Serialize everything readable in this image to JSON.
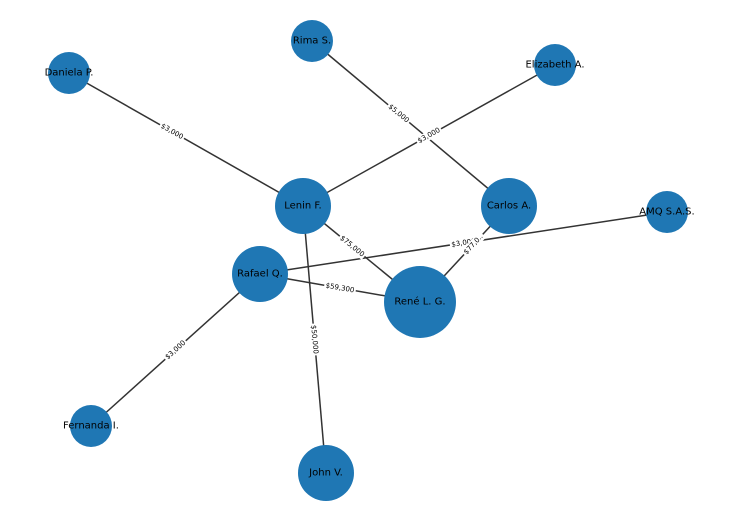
{
  "graph": {
    "node_color": "#1f77b4",
    "edge_color": "#333333",
    "nodes": [
      {
        "id": "daniela",
        "label": "Daniela P."
      },
      {
        "id": "rima",
        "label": "Rima S."
      },
      {
        "id": "elizabeth",
        "label": "Elizabeth A."
      },
      {
        "id": "lenin",
        "label": "Lenin F."
      },
      {
        "id": "carlos",
        "label": "Carlos A."
      },
      {
        "id": "amq",
        "label": "AMQ S.A.S."
      },
      {
        "id": "rafael",
        "label": "Rafael Q."
      },
      {
        "id": "rene",
        "label": "René L. G."
      },
      {
        "id": "fernanda",
        "label": "Fernanda I."
      },
      {
        "id": "john",
        "label": "John V."
      }
    ],
    "edges": [
      {
        "source": "daniela",
        "target": "lenin",
        "label": "$3,000"
      },
      {
        "source": "elizabeth",
        "target": "lenin",
        "label": "$3,000"
      },
      {
        "source": "rima",
        "target": "carlos",
        "label": "$5,000"
      },
      {
        "source": "lenin",
        "target": "rene",
        "label": "$75,000"
      },
      {
        "source": "lenin",
        "target": "john",
        "label": "$50,000"
      },
      {
        "source": "rafael",
        "target": "amq",
        "label": "$3,000"
      },
      {
        "source": "carlos",
        "target": "rene",
        "label": "$77,0.."
      },
      {
        "source": "rafael",
        "target": "rene",
        "label": "$59,300"
      },
      {
        "source": "rafael",
        "target": "fernanda",
        "label": "$3,000"
      }
    ]
  }
}
